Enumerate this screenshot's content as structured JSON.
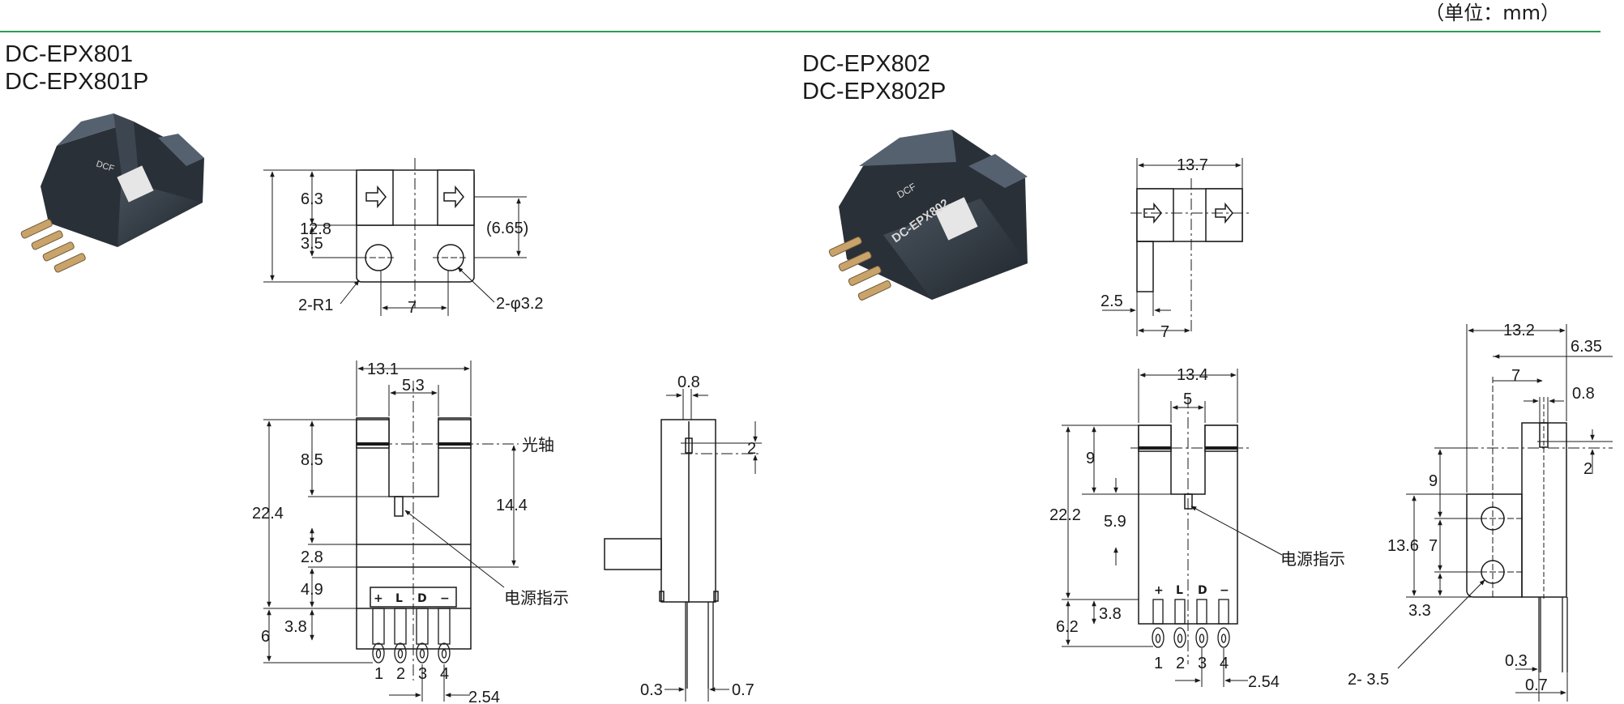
{
  "header": {
    "unit_label": "（单位：mm）",
    "rule_color": "#2e9a55"
  },
  "left": {
    "models": [
      "DC-EPX801",
      "DC-EPX801P"
    ],
    "top_view": {
      "height": "12.8",
      "upper": "6.3",
      "lower": "3.5",
      "side": "(6.65)",
      "pitch": "7",
      "corner": "2-R1",
      "holes": "2-φ3.2"
    },
    "front_view": {
      "width": "13.1",
      "slot": "5.3",
      "slot_depth": "8.5",
      "total": "22.4",
      "axis_to_base": "14.4",
      "a": "2.8",
      "b": "4.9",
      "c": "3.8",
      "leads": "6",
      "pin_pitch": "2.54",
      "optical_axis": "光轴",
      "power_indicator": "电源指示",
      "pin_labels": [
        "+",
        "L",
        "D",
        "−"
      ],
      "pin_numbers": [
        "1",
        "2",
        "3",
        "4"
      ]
    },
    "side_view": {
      "top": "0.8",
      "mark": "2",
      "lead_a": "0.3",
      "lead_b": "0.7"
    }
  },
  "right": {
    "models": [
      "DC-EPX802",
      "DC-EPX802P"
    ],
    "top_view": {
      "width": "13.7",
      "foot": "2.5",
      "pitch": "7"
    },
    "front_view": {
      "width": "13.4",
      "slot": "5",
      "slot_depth": "9",
      "total": "22.2",
      "a": "5.9",
      "b": "3.8",
      "leads": "6.2",
      "pin_pitch": "2.54",
      "power_indicator": "电源指示",
      "pin_labels": [
        "+",
        "L",
        "D",
        "−"
      ],
      "pin_numbers": [
        "1",
        "2",
        "3",
        "4"
      ]
    },
    "side_view": {
      "width": "13.2",
      "offset": "6.35",
      "hole_pitch_x": "7",
      "top": "0.8",
      "upper": "9",
      "mark": "2",
      "height": "13.6",
      "hole_pitch_y": "7",
      "base": "3.3",
      "holes": "2- 3.5",
      "lead_a": "0.3",
      "lead_b": "0.7"
    }
  },
  "product_images": {
    "left_brand": "DCF",
    "right_brand": "DCF",
    "right_print": "DC-EPX802"
  }
}
